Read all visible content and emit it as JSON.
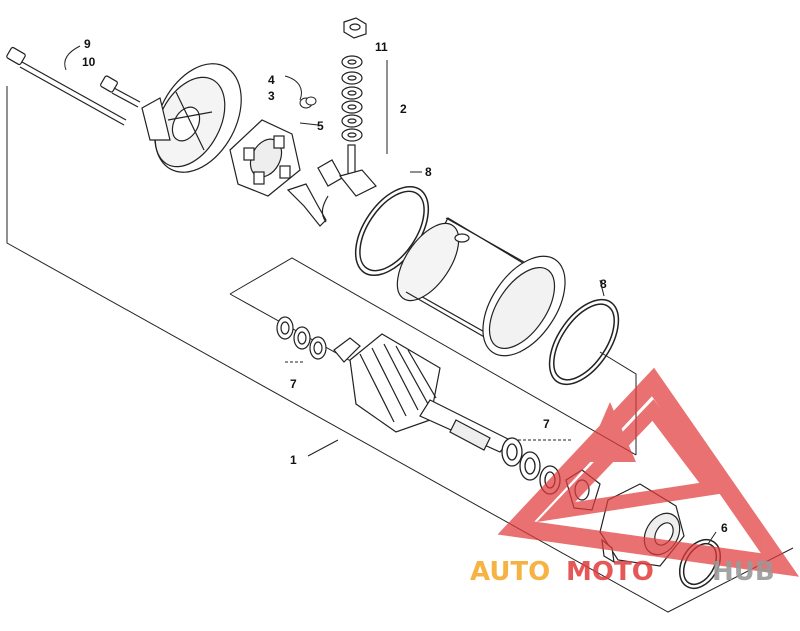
{
  "callouts": {
    "c1": "1",
    "c2": "2",
    "c3": "3",
    "c4": "4",
    "c5": "5",
    "c6": "6",
    "c7a": "7",
    "c7b": "7",
    "c8a": "8",
    "c8b": "8",
    "c9": "9",
    "c10": "10",
    "c11": "11"
  },
  "watermark": {
    "word_left": "AUTO",
    "word_mid": "MOTO",
    "word_right": "HUB",
    "color_orange": "#f5a623",
    "color_red": "#e23b3b",
    "color_grey": "#9a9a9a"
  }
}
